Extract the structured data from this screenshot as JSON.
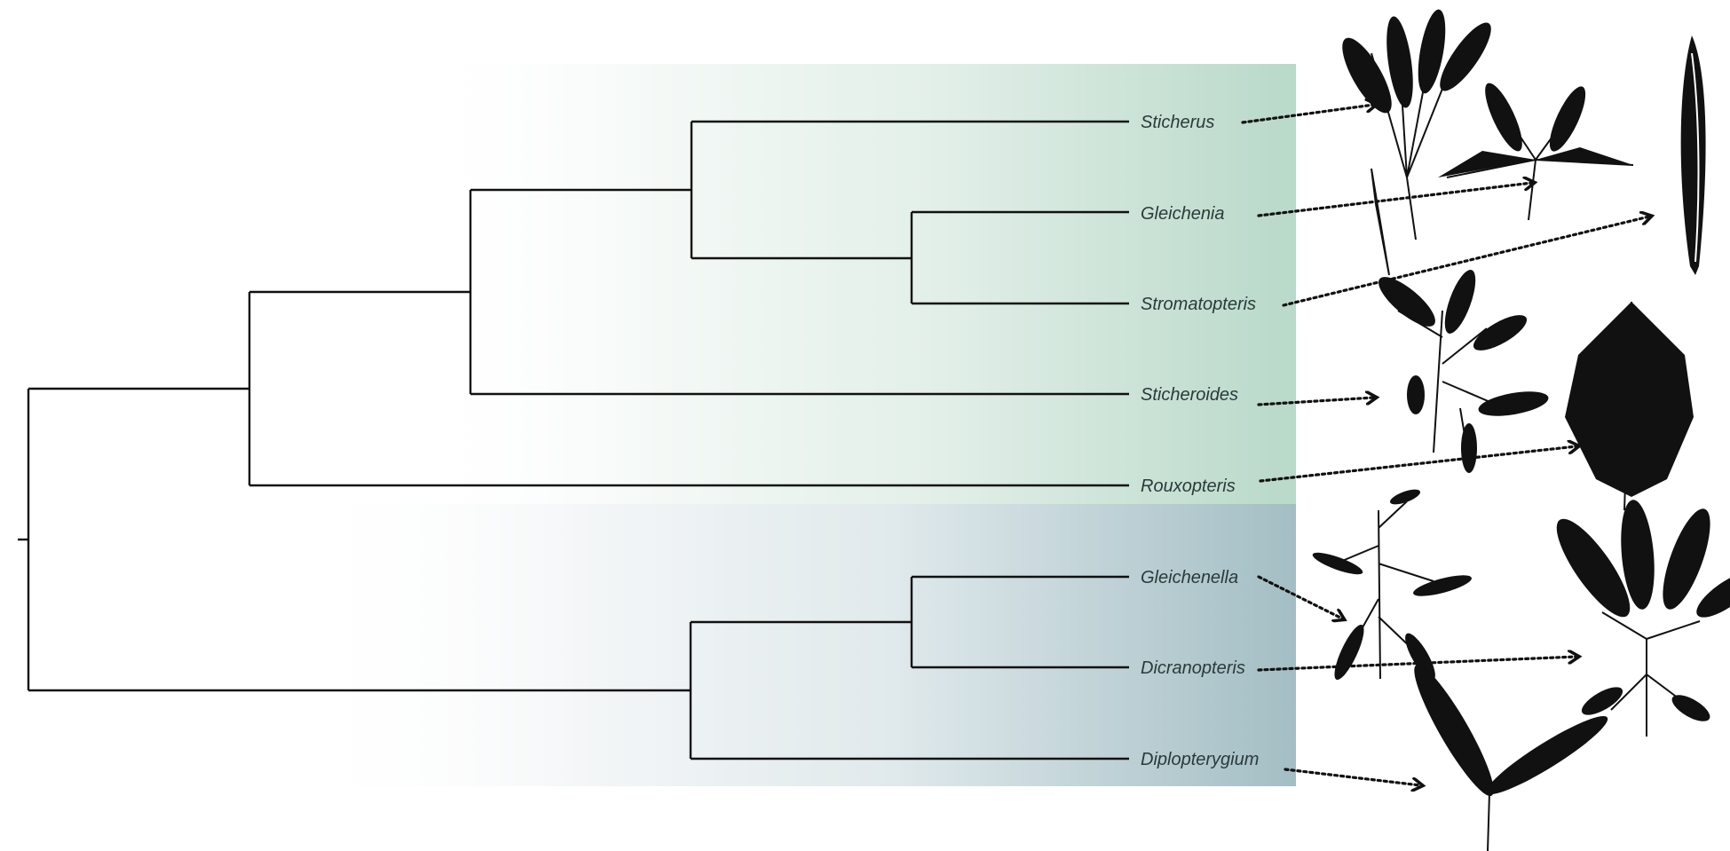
{
  "tree": {
    "taxa": [
      {
        "id": "sticherus",
        "label": "Sticherus"
      },
      {
        "id": "gleichenia",
        "label": "Gleichenia"
      },
      {
        "id": "stromatopteris",
        "label": "Stromatopteris"
      },
      {
        "id": "sticheroides",
        "label": "Sticheroides"
      },
      {
        "id": "rouxopteris",
        "label": "Rouxopteris"
      },
      {
        "id": "gleichenella",
        "label": "Gleichenella"
      },
      {
        "id": "dicranopteris",
        "label": "Dicranopteris"
      },
      {
        "id": "diplopterygium",
        "label": "Diplopterygium"
      }
    ],
    "clades": [
      {
        "id": "upper-clade",
        "color": "#b9d9c9"
      },
      {
        "id": "lower-clade",
        "color": "#a3bec4"
      }
    ],
    "illustrations": [
      {
        "taxon": "sticherus",
        "icon": "fan-frond-illustration"
      },
      {
        "taxon": "gleichenia",
        "icon": "forked-pinnate-frond-illustration"
      },
      {
        "taxon": "stromatopteris",
        "icon": "simple-linear-frond-illustration"
      },
      {
        "taxon": "sticheroides",
        "icon": "branched-frond-illustration"
      },
      {
        "taxon": "rouxopteris",
        "icon": "bipinnate-frond-illustration"
      },
      {
        "taxon": "gleichenella",
        "icon": "sparse-branched-frond-illustration"
      },
      {
        "taxon": "dicranopteris",
        "icon": "pseudodichotomous-frond-illustration"
      },
      {
        "taxon": "diplopterygium",
        "icon": "paired-pinna-frond-illustration"
      }
    ]
  }
}
